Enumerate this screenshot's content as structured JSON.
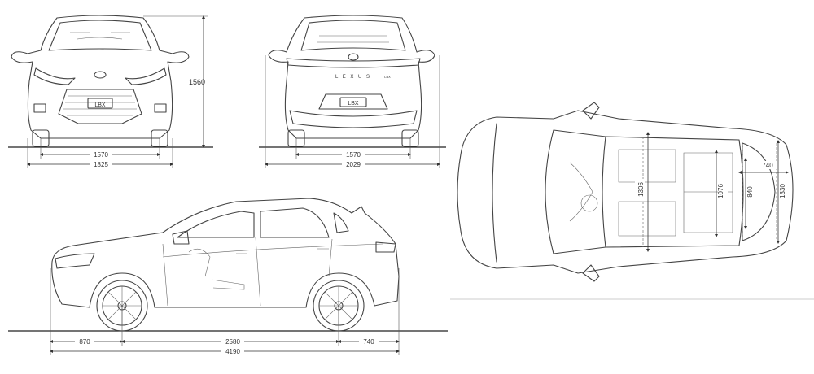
{
  "views": {
    "front": {
      "height_label": "1560",
      "track_label": "1570",
      "width_label": "1825",
      "badge": "LBX"
    },
    "rear": {
      "track_label": "1570",
      "width_mirrors_label": "2029",
      "badge": "LBX",
      "emblem": "L E X U S",
      "tail_script": "LBX"
    },
    "side": {
      "front_overhang_label": "870",
      "wheelbase_label": "2580",
      "rear_overhang_label": "740",
      "length_label": "4190"
    },
    "top": {
      "label_1306": "1306",
      "label_1076": "1076",
      "label_840": "840",
      "label_1330": "1330",
      "label_740": "740"
    }
  }
}
